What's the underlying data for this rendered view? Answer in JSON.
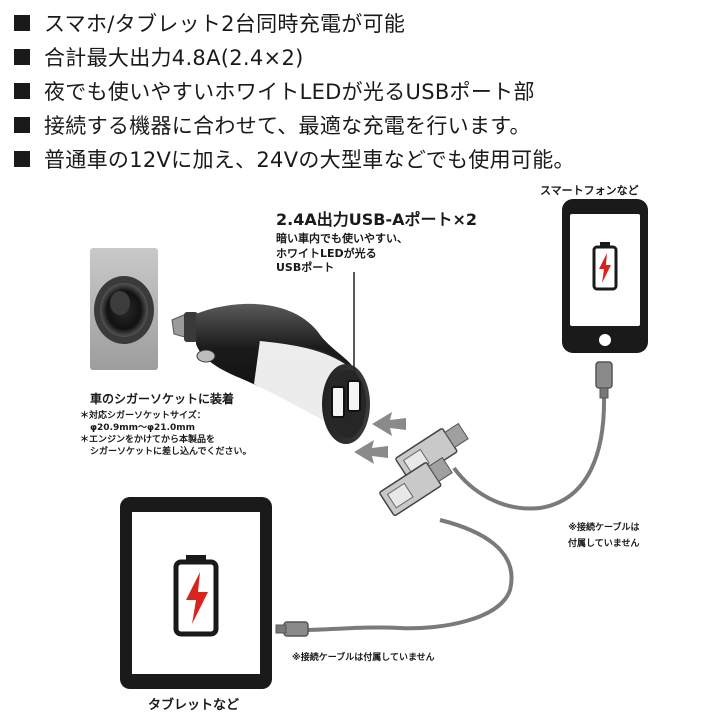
{
  "features": [
    "スマホ/タブレット2台同時充電が可能",
    "合計最大出力4.8A(2.4×2)",
    "夜でも使いやすいホワイトLEDが光るUSBポート部",
    "接続する機器に合わせて、最適な充電を行います。",
    "普通車の12Vに加え、24Vの大型車などでも使用可能。"
  ],
  "port": {
    "title": "2.4A出力USB-Aポート×2",
    "desc1": "暗い車内でも使いやすい、",
    "desc2": "ホワイトLEDが光る",
    "desc3": "USBポート"
  },
  "socket": {
    "title": "車のシガーソケットに装着",
    "note1": "＊対応シガーソケットサイズ：",
    "note2": "φ20.9mm～φ21.0mm",
    "note3": "＊エンジンをかけてから本製品を",
    "note4": "シガーソケットに差し込んでください。"
  },
  "phone_label": "スマートフォンなど",
  "tablet_label": "タブレットなど",
  "cable_note_right": {
    "line1": "※接続ケーブルは",
    "line2": "付属していません"
  },
  "cable_note_bottom": "※接続ケーブルは付属していません",
  "icons": [
    "battery-charging-icon"
  ],
  "colors": {
    "ink": "#1a1a1a",
    "cable": "#7a7a7a",
    "charge_bolt": "#d9231d"
  }
}
